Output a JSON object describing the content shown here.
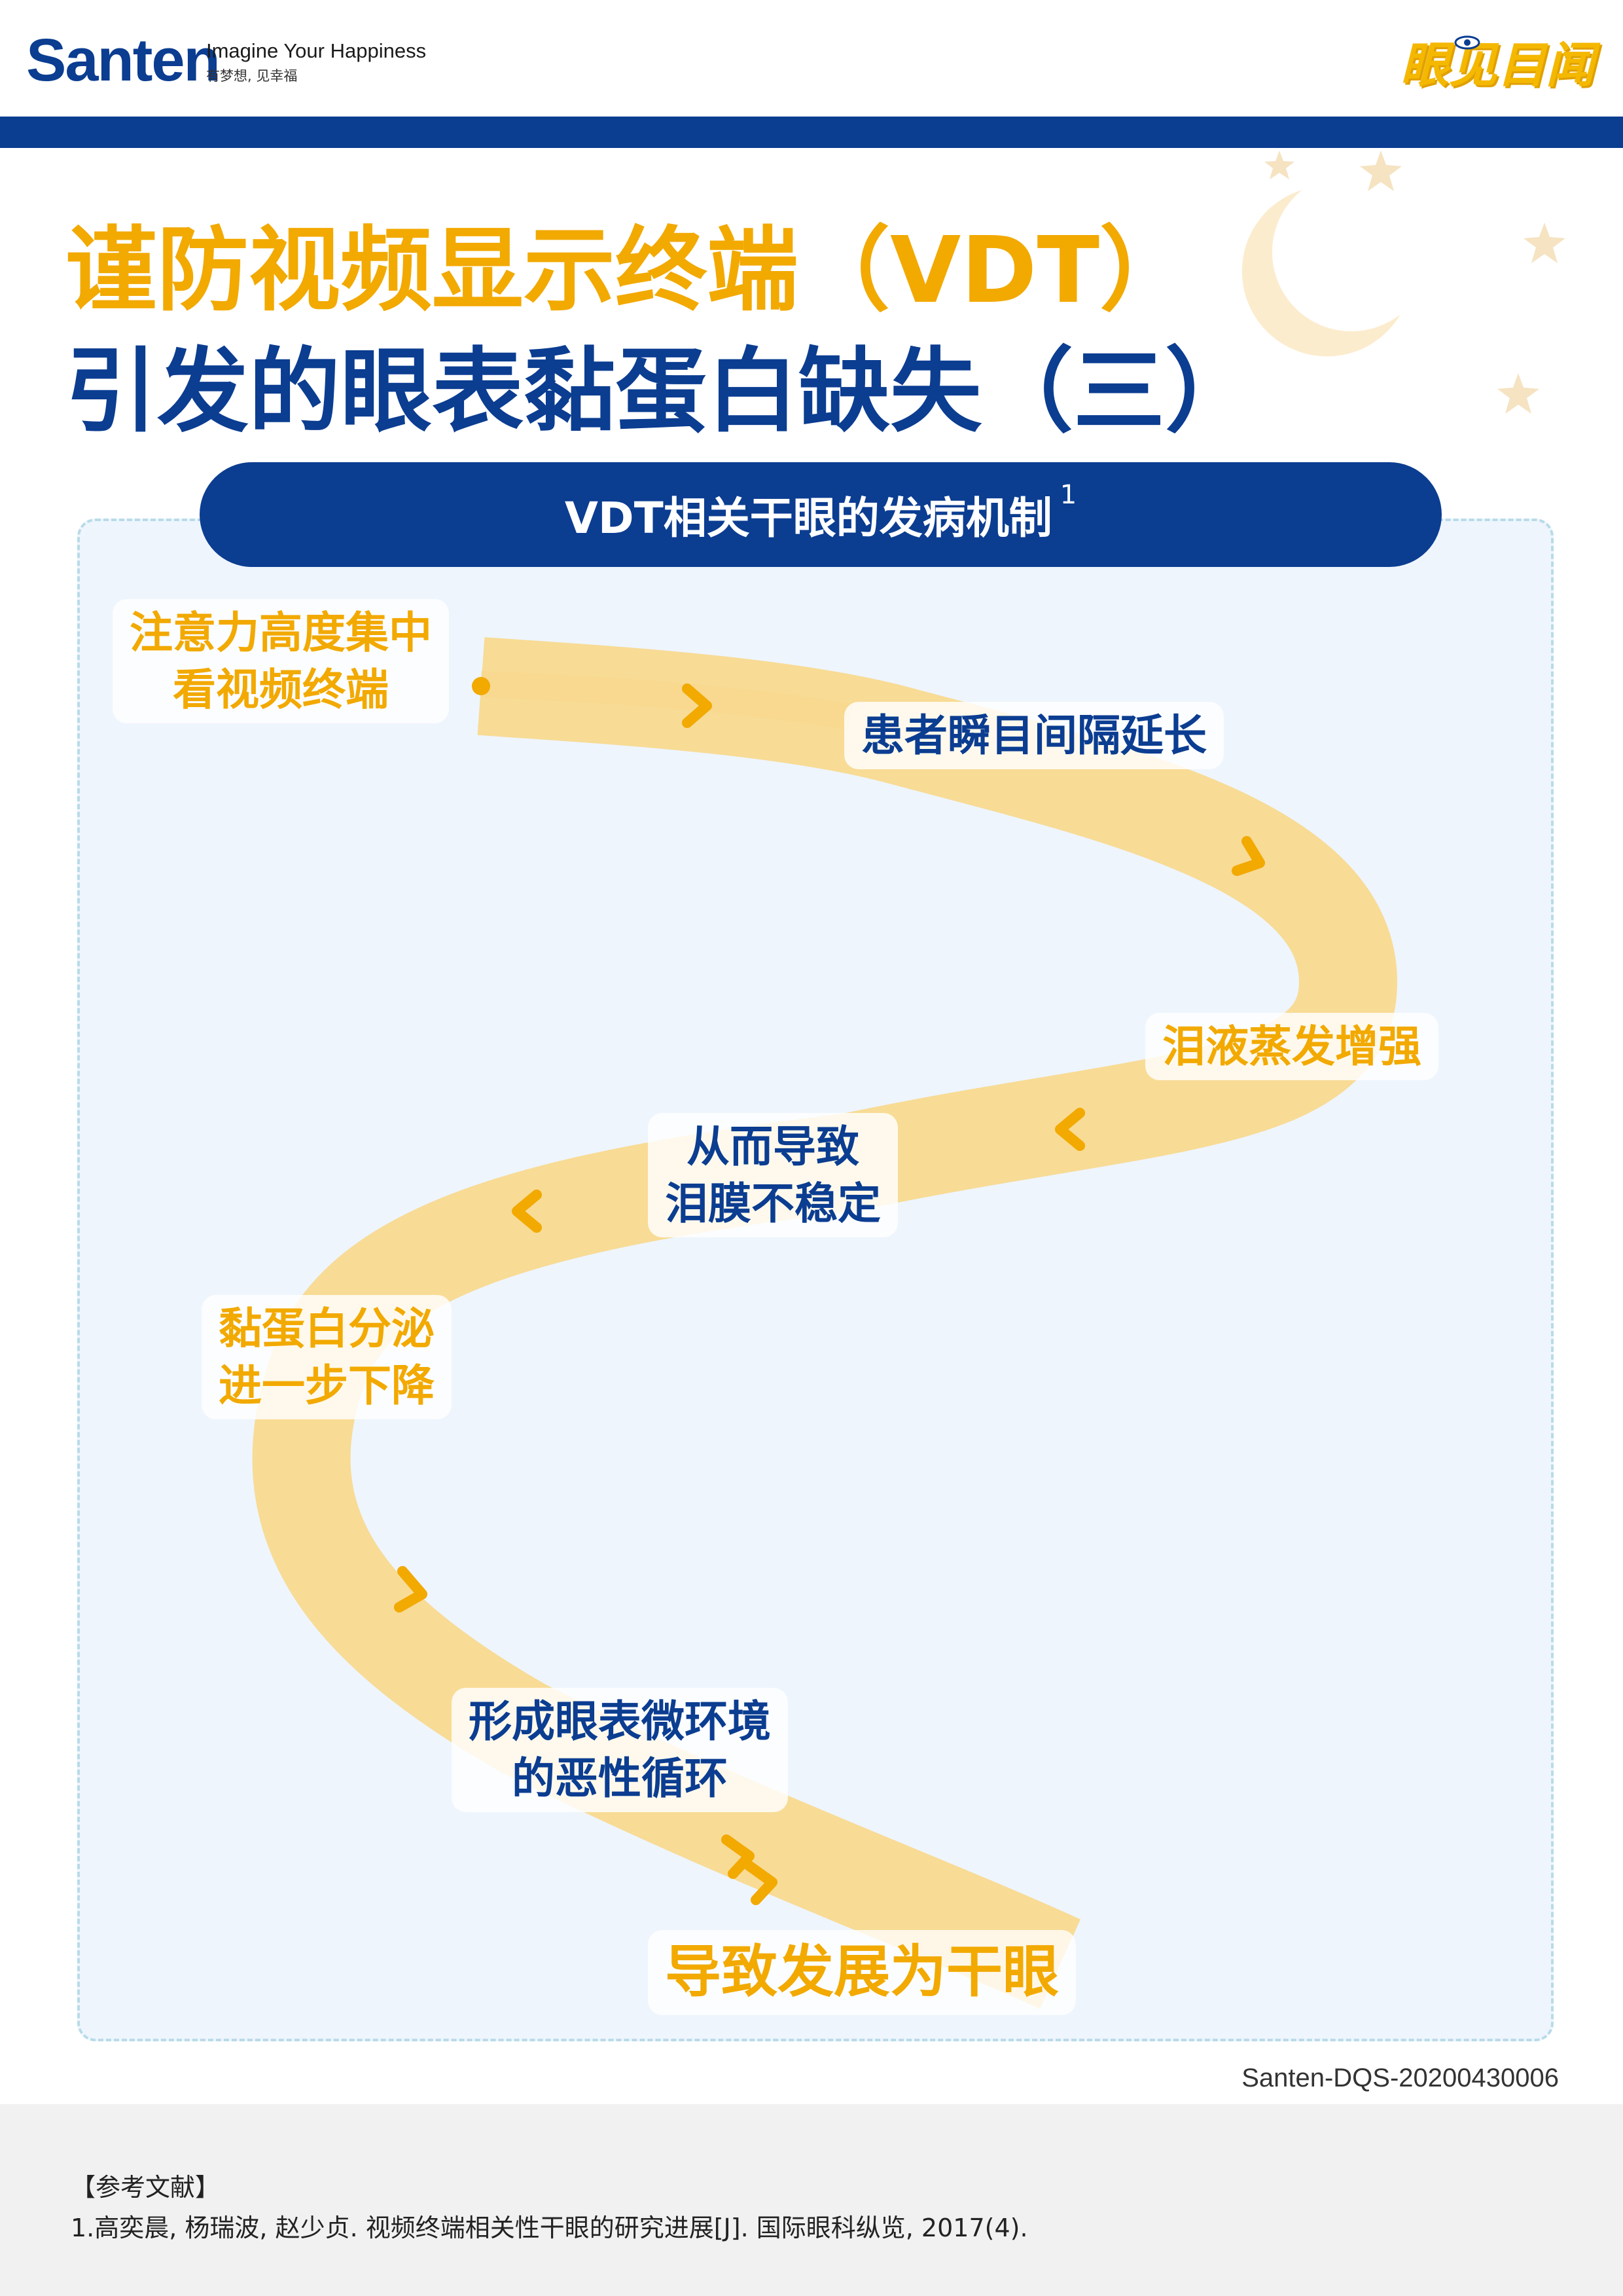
{
  "header": {
    "brand_name": "Santen",
    "tagline_en": "Imagine Your Happiness",
    "tagline_cn": "有梦想, 见幸福",
    "right_logo": "眼见目闻",
    "right_logo_icon": "eye-icon"
  },
  "titles": {
    "line1": "谨防视频显示终端（VDT）",
    "line2": "引发的眼表黏蛋白缺失（三）"
  },
  "panel": {
    "heading": "VDT相关干眼的发病机制",
    "heading_sup": "1",
    "steps": [
      {
        "lines": [
          "注意力高度集中",
          "看视频终端"
        ]
      },
      {
        "lines": [
          "患者瞬目间隔延长"
        ]
      },
      {
        "lines": [
          "泪液蒸发增强"
        ]
      },
      {
        "lines": [
          "从而导致",
          "泪膜不稳定"
        ]
      },
      {
        "lines": [
          "黏蛋白分泌",
          "进一步下降"
        ]
      },
      {
        "lines": [
          "形成眼表微环境",
          "的恶性循环"
        ]
      },
      {
        "lines": [
          "导致发展为干眼"
        ]
      }
    ]
  },
  "doc_code": "Santen-DQS-20200430006",
  "references": {
    "title": "【参考文献】",
    "items": [
      "1.高奕晨, 杨瑞波, 赵少贞. 视频终端相关性干眼的研究进展[J]. 国际眼科纵览, 2017(4)."
    ]
  },
  "colors": {
    "brand_blue": "#0b3d91",
    "accent_orange": "#f2a900",
    "road_yellow": "#f8d98f",
    "panel_bg": "#eef5fd"
  }
}
